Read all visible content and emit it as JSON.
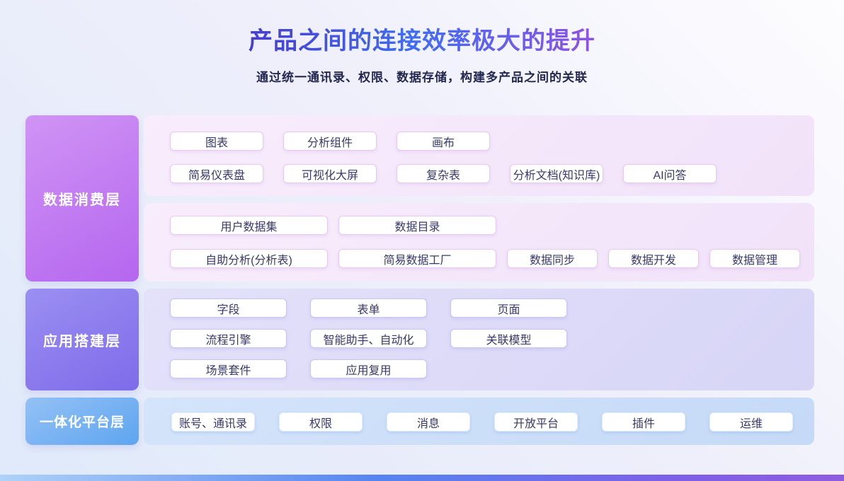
{
  "header": {
    "title": "产品之间的连接效率极大的提升",
    "subtitle": "通过统一通讯录、权限、数据存储，构建多产品之间的关联"
  },
  "layers": [
    {
      "id": "data-consumption-layer",
      "label": "数据消费层",
      "panels": [
        {
          "rows": [
            [
              "图表",
              "分析组件",
              "画布"
            ],
            [
              "简易仪表盘",
              "可视化大屏",
              "复杂表",
              "分析文档(知识库)",
              "AI问答"
            ]
          ]
        },
        {
          "rows": [
            [
              "用户数据集",
              "数据目录"
            ],
            [
              "自助分析(分析表)",
              "简易数据工厂",
              "数据同步",
              "数据开发",
              "数据管理"
            ]
          ]
        }
      ]
    },
    {
      "id": "app-building-layer",
      "label": "应用搭建层",
      "panels": [
        {
          "rows": [
            [
              "字段",
              "表单",
              "页面"
            ],
            [
              "流程引擎",
              "智能助手、自动化",
              "关联模型"
            ],
            [
              "场景套件",
              "应用复用"
            ]
          ]
        }
      ]
    },
    {
      "id": "platform-layer",
      "label": "一体化平台层",
      "panels": [
        {
          "rows": [
            [
              "账号、通讯录",
              "权限",
              "消息",
              "开放平台",
              "插件",
              "运维"
            ]
          ]
        }
      ]
    }
  ],
  "colors": {
    "title_gradient": [
      "#453ecb",
      "#3f6cf4",
      "#8f51e5"
    ],
    "subtitle_text": "#23284f",
    "consume_layer_gradient": [
      "#d094f4",
      "#b566ef"
    ],
    "app_layer_gradient": [
      "#9b8ff2",
      "#7e6be9"
    ],
    "platform_layer_gradient": [
      "#94c1f5",
      "#5ea5f0"
    ],
    "consume_panel_bg": "#f4e7fa",
    "app_panel_bg": "#dddaf8",
    "platform_panel_bg": "#cddef9",
    "chip_bg": "#ffffff",
    "chip_text": "#373a68",
    "footer_gradient": [
      "#aed2f8",
      "#5584f0",
      "#8f5ce0"
    ]
  }
}
